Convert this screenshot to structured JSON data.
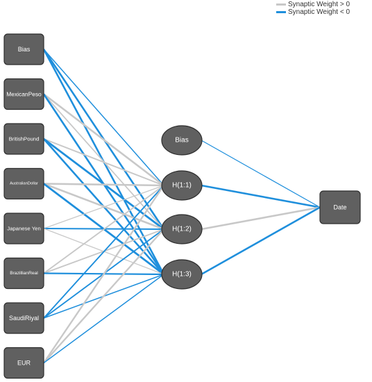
{
  "legend": {
    "positive": {
      "label": "Synaptic Weight > 0",
      "color": "#c8c8c8"
    },
    "negative": {
      "label": "Synaptic Weight < 0",
      "color": "#1f8fdc"
    }
  },
  "colors": {
    "node_fill": "#606060",
    "node_stroke": "#2e2e2e",
    "label": "#ffffff"
  },
  "input_layer": [
    {
      "id": "in0",
      "label": "Bias"
    },
    {
      "id": "in1",
      "label": "MexicanPeso"
    },
    {
      "id": "in2",
      "label": "BritishPound"
    },
    {
      "id": "in3",
      "label": "AustralianDollar"
    },
    {
      "id": "in4",
      "label": "Japanese Yen"
    },
    {
      "id": "in5",
      "label": "BrazillianReal"
    },
    {
      "id": "in6",
      "label": "SaudiRiyal"
    },
    {
      "id": "in7",
      "label": "EUR"
    }
  ],
  "hidden_layer": [
    {
      "id": "hb",
      "label": "Bias"
    },
    {
      "id": "h1",
      "label": "H(1:1)"
    },
    {
      "id": "h2",
      "label": "H(1:2)"
    },
    {
      "id": "h3",
      "label": "H(1:3)"
    }
  ],
  "output_layer": [
    {
      "id": "out",
      "label": "Date"
    }
  ],
  "connections": [
    {
      "from": "in0",
      "to": "h1",
      "sign": "negative",
      "weight": 0.4
    },
    {
      "from": "in0",
      "to": "h2",
      "sign": "negative",
      "weight": 0.9
    },
    {
      "from": "in0",
      "to": "h3",
      "sign": "negative",
      "weight": 0.9
    },
    {
      "from": "in1",
      "to": "h1",
      "sign": "positive",
      "weight": 0.9
    },
    {
      "from": "in1",
      "to": "h2",
      "sign": "positive",
      "weight": 0.5
    },
    {
      "from": "in1",
      "to": "h3",
      "sign": "negative",
      "weight": 0.9
    },
    {
      "from": "in2",
      "to": "h1",
      "sign": "positive",
      "weight": 0.6
    },
    {
      "from": "in2",
      "to": "h2",
      "sign": "negative",
      "weight": 1.0
    },
    {
      "from": "in2",
      "to": "h3",
      "sign": "negative",
      "weight": 0.9
    },
    {
      "from": "in3",
      "to": "h1",
      "sign": "positive",
      "weight": 0.9
    },
    {
      "from": "in3",
      "to": "h2",
      "sign": "positive",
      "weight": 0.9
    },
    {
      "from": "in3",
      "to": "h3",
      "sign": "negative",
      "weight": 1.0
    },
    {
      "from": "in4",
      "to": "h1",
      "sign": "positive",
      "weight": 0.3
    },
    {
      "from": "in4",
      "to": "h2",
      "sign": "negative",
      "weight": 0.6
    },
    {
      "from": "in4",
      "to": "h3",
      "sign": "positive",
      "weight": 0.3
    },
    {
      "from": "in5",
      "to": "h1",
      "sign": "positive",
      "weight": 0.6
    },
    {
      "from": "in5",
      "to": "h2",
      "sign": "positive",
      "weight": 0.6
    },
    {
      "from": "in5",
      "to": "h3",
      "sign": "negative",
      "weight": 0.7
    },
    {
      "from": "in6",
      "to": "h1",
      "sign": "negative",
      "weight": 0.6
    },
    {
      "from": "in6",
      "to": "h2",
      "sign": "negative",
      "weight": 0.6
    },
    {
      "from": "in6",
      "to": "h3",
      "sign": "negative",
      "weight": 0.4
    },
    {
      "from": "in7",
      "to": "h1",
      "sign": "positive",
      "weight": 0.8
    },
    {
      "from": "in7",
      "to": "h2",
      "sign": "positive",
      "weight": 0.8
    },
    {
      "from": "in7",
      "to": "h3",
      "sign": "negative",
      "weight": 0.4
    },
    {
      "from": "hb",
      "to": "out",
      "sign": "negative",
      "weight": 0.3
    },
    {
      "from": "h1",
      "to": "out",
      "sign": "negative",
      "weight": 0.9
    },
    {
      "from": "h2",
      "to": "out",
      "sign": "positive",
      "weight": 0.9
    },
    {
      "from": "h3",
      "to": "out",
      "sign": "negative",
      "weight": 0.9
    }
  ]
}
